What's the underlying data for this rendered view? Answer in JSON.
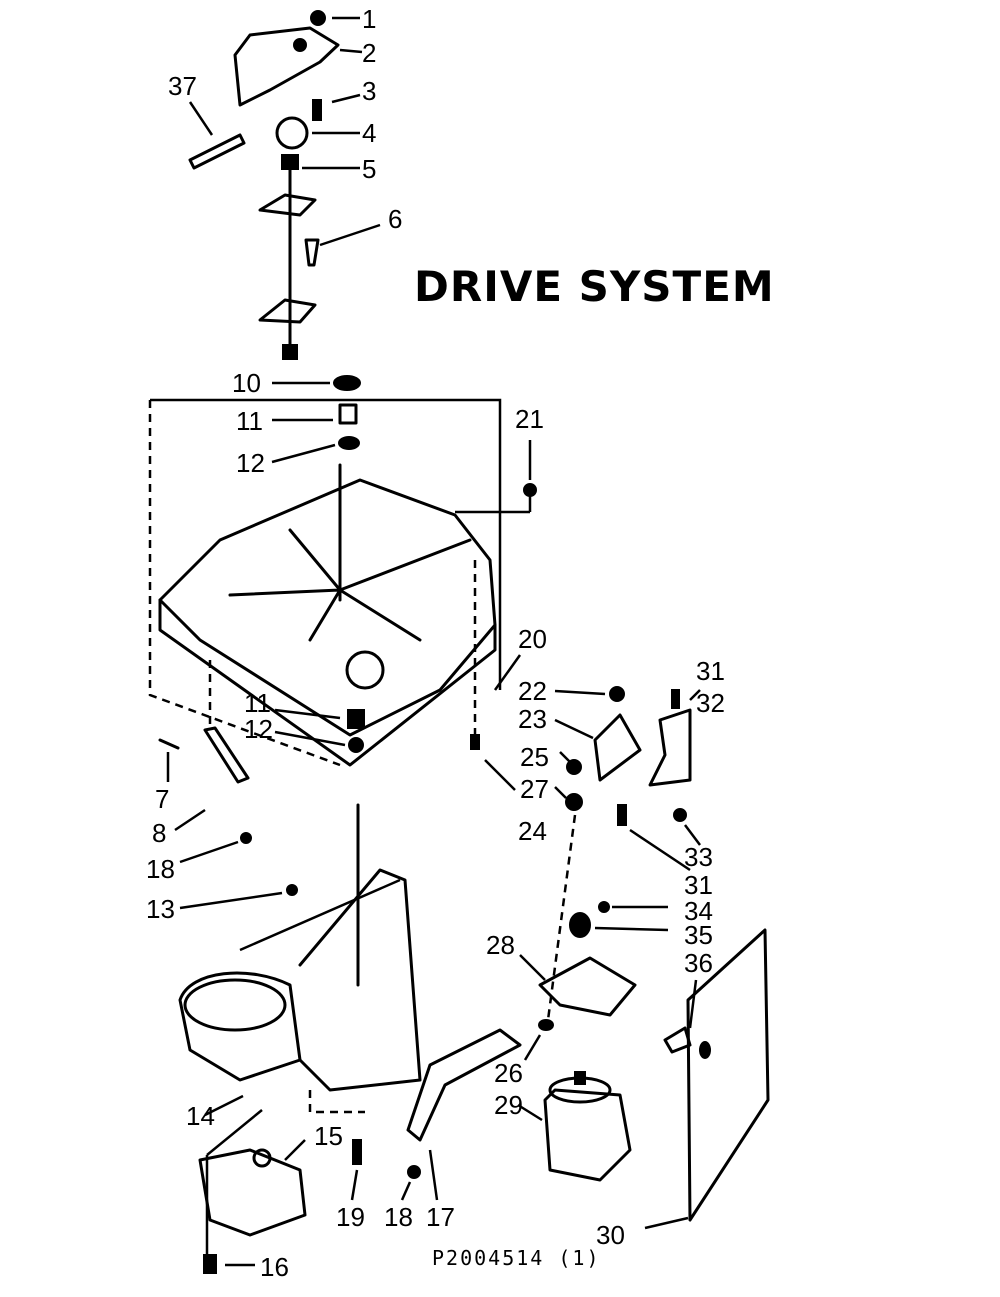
{
  "title": "DRIVE SYSTEM",
  "drawing_code": "P2004514 (1)",
  "labels": {
    "l1": "1",
    "l2": "2",
    "l3": "3",
    "l4": "4",
    "l5": "5",
    "l6": "6",
    "l7": "7",
    "l8": "8",
    "l10": "10",
    "l11a": "11",
    "l11b": "11",
    "l12a": "12",
    "l12b": "12",
    "l13": "13",
    "l14": "14",
    "l15": "15",
    "l16": "16",
    "l17": "17",
    "l18a": "18",
    "l18b": "18",
    "l19": "19",
    "l20": "20",
    "l21": "21",
    "l22": "22",
    "l23": "23",
    "l24": "24",
    "l25": "25",
    "l26": "26",
    "l27": "27",
    "l28": "28",
    "l29": "29",
    "l30": "30",
    "l31a": "31",
    "l31b": "31",
    "l32": "32",
    "l33": "33",
    "l34": "34",
    "l35": "35",
    "l36": "36",
    "l37": "37"
  }
}
